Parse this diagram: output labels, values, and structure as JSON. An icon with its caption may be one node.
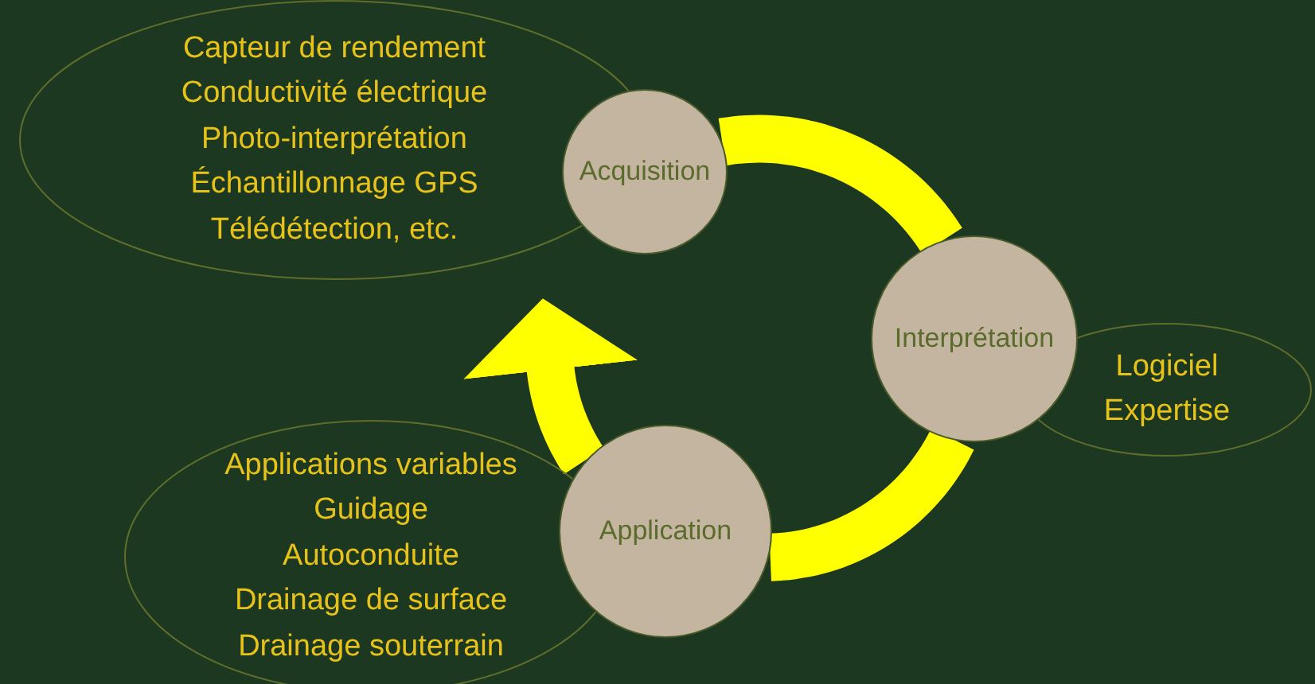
{
  "diagram": {
    "nodes": [
      {
        "text": [
          "Acquisition"
        ]
      },
      {
        "text": [
          "Interprétation"
        ]
      },
      {
        "text": [
          "Application"
        ]
      },
      {
        "text": [
          "Capteur de rendement",
          "Conductivité électrique",
          "Photo-interprétation",
          "Échantillonnage GPS",
          "Télédétection, etc."
        ]
      },
      {
        "text": [
          "Logiciel",
          "Expertise"
        ]
      },
      {
        "text": [
          "Applications variables",
          "Guidage",
          "Autoconduite",
          "Drainage de surface",
          "Drainage souterrain"
        ]
      }
    ],
    "edges": [
      {
        "from": 0,
        "to": 1,
        "arrow": "none"
      },
      {
        "from": 1,
        "to": 2,
        "arrow": "none"
      },
      {
        "from": 2,
        "to": 0,
        "arrow": "to"
      }
    ]
  }
}
